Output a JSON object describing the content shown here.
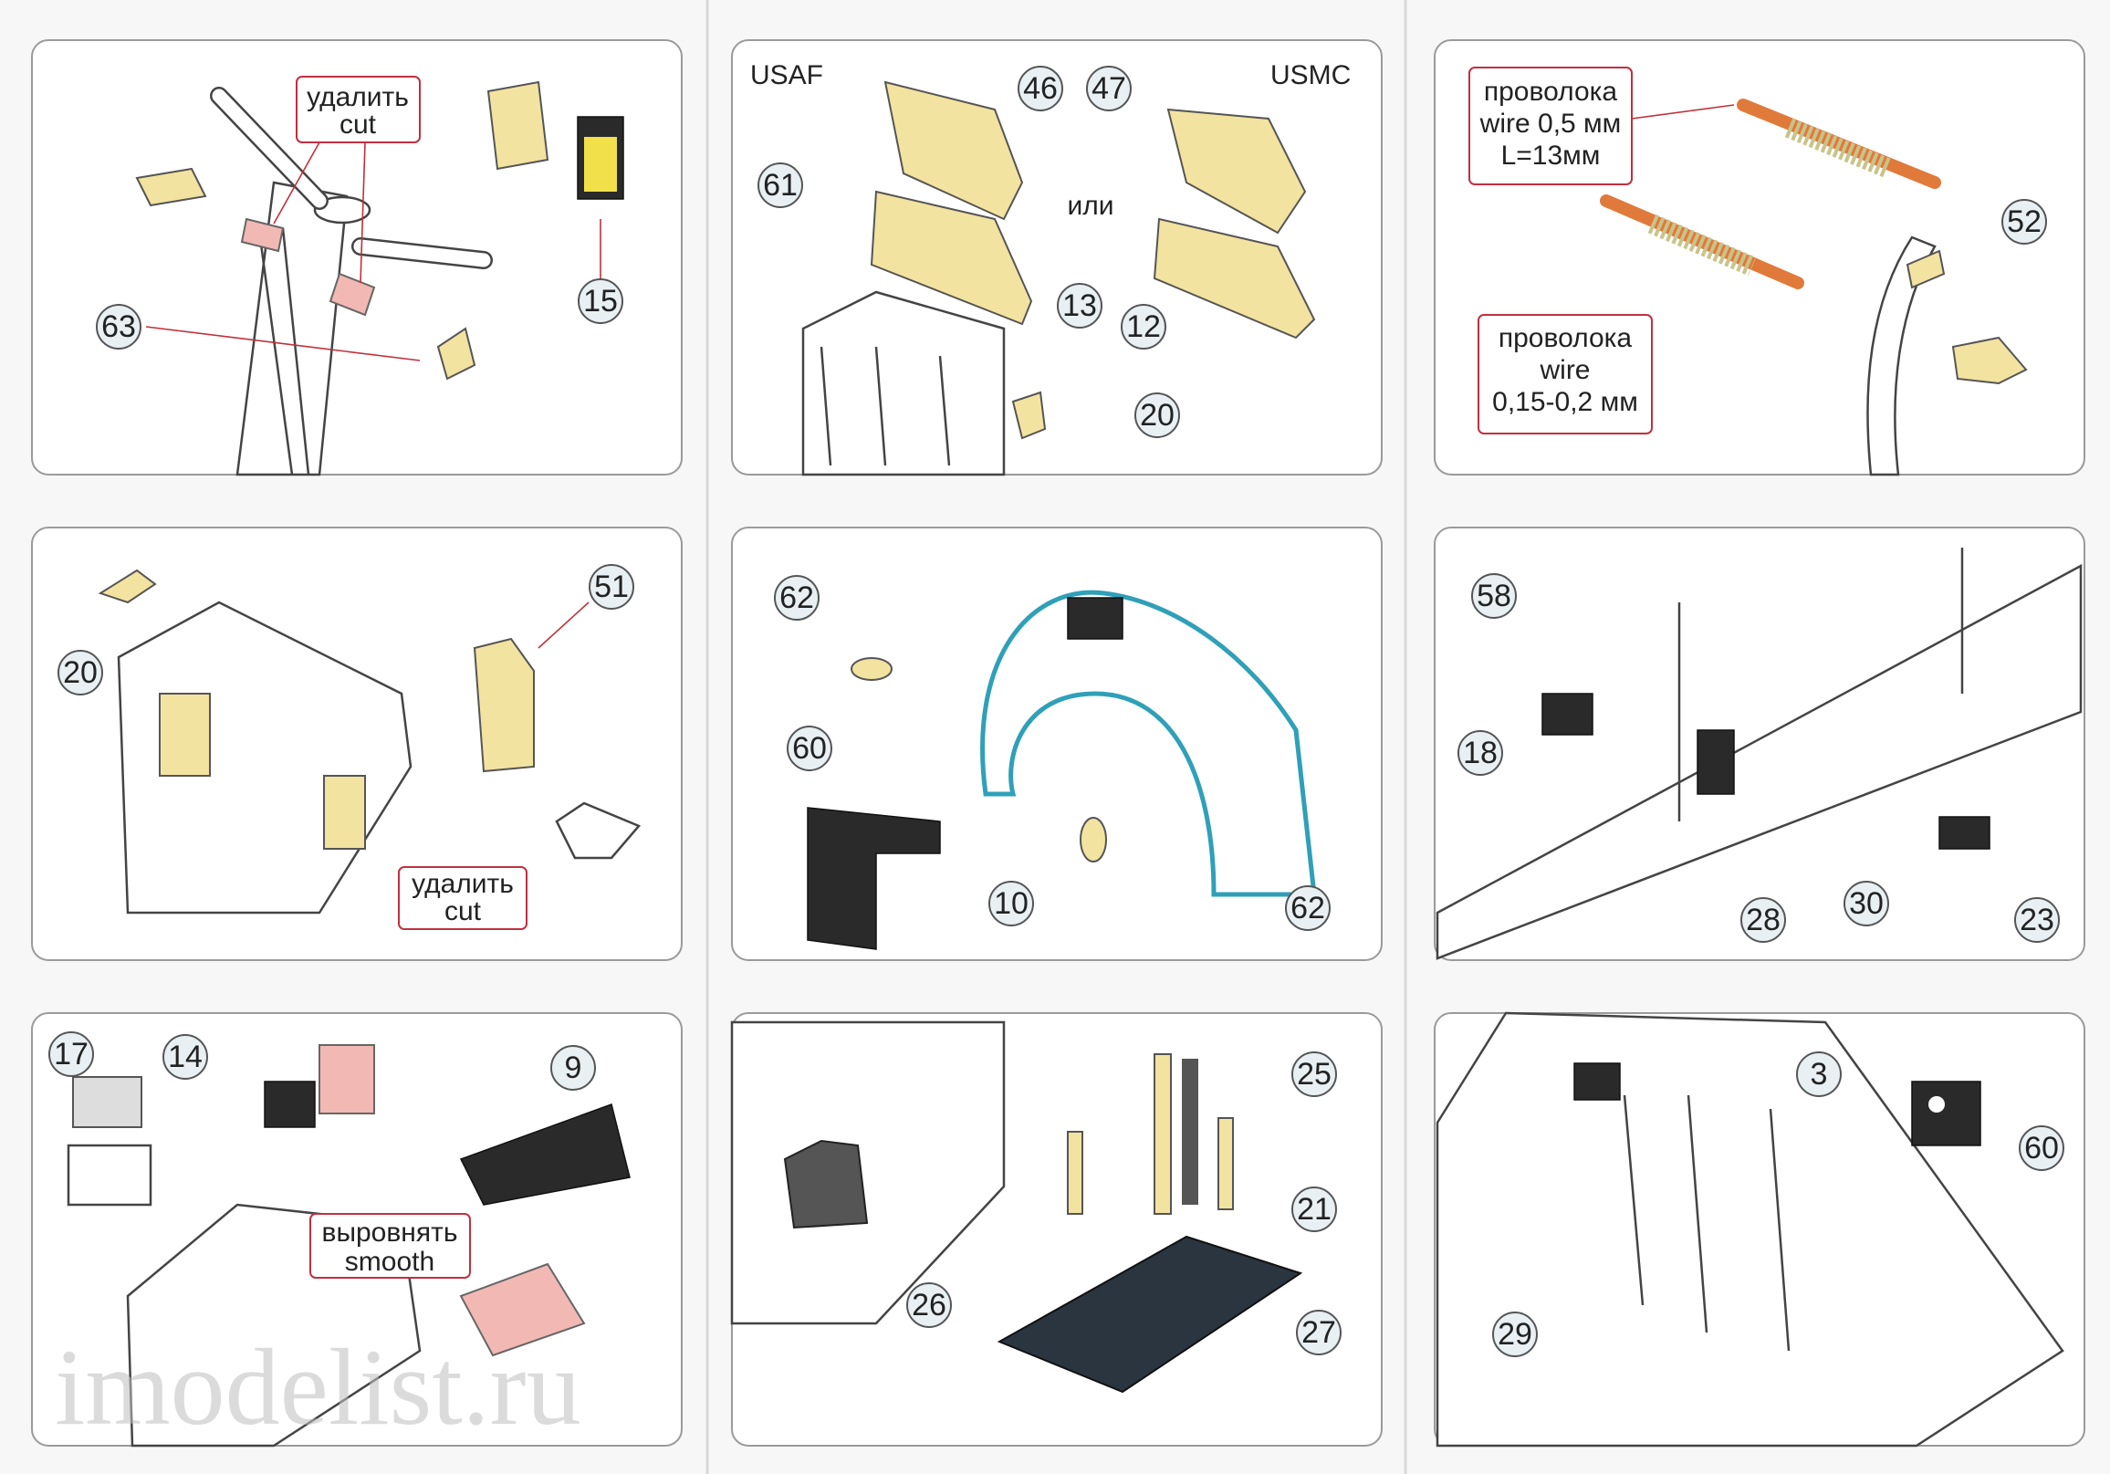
{
  "watermark": "imodelist.ru",
  "colors": {
    "part": "#f3e3a0",
    "cut_area": "#f2b9b4",
    "leader": "#c0303a",
    "wire": "#e07a3a",
    "canopy": "#2fa0b8"
  },
  "panels": {
    "p1": {
      "callout_line1": "удалить",
      "callout_line2": "cut",
      "nums": {
        "a": "63",
        "b": "15"
      }
    },
    "p2": {
      "left_header": "USAF",
      "right_header": "USMC",
      "or_text": "или",
      "nums": {
        "a": "46",
        "b": "47",
        "c": "61",
        "d": "13",
        "e": "12",
        "f": "20"
      }
    },
    "p3": {
      "wire1_line1": "проволока",
      "wire1_line2": "wire 0,5 мм",
      "wire1_line3": "L=13мм",
      "wire2_line1": "проволока",
      "wire2_line2": "wire",
      "wire2_line3": "0,15-0,2 мм",
      "nums": {
        "a": "52"
      }
    },
    "p4": {
      "callout_line1": "удалить",
      "callout_line2": "cut",
      "nums": {
        "a": "20",
        "b": "51"
      }
    },
    "p5": {
      "nums": {
        "a": "62",
        "b": "60",
        "c": "10",
        "d": "62"
      }
    },
    "p6": {
      "nums": {
        "a": "58",
        "b": "18",
        "c": "28",
        "d": "30",
        "e": "23"
      }
    },
    "p7": {
      "callout_line1": "выровнять",
      "callout_line2": "smooth",
      "nums": {
        "a": "17",
        "b": "14",
        "c": "9"
      }
    },
    "p8": {
      "nums": {
        "a": "25",
        "b": "21",
        "c": "26",
        "d": "27"
      }
    },
    "p9": {
      "nums": {
        "a": "3",
        "b": "60",
        "c": "29"
      }
    }
  }
}
